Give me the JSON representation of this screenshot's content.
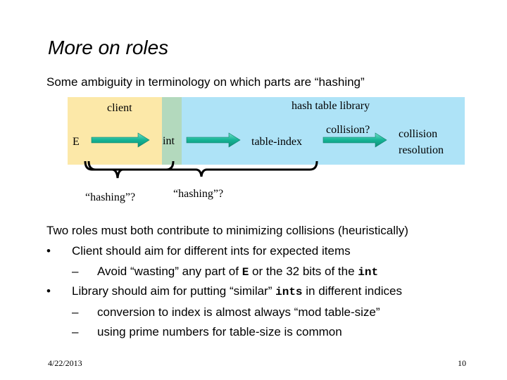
{
  "slide": {
    "title": "More on roles",
    "subtitle": "Some ambiguity in terminology on which parts are “hashing”"
  },
  "diagram": {
    "client_label": "client",
    "library_label": "hash table library",
    "E": "E",
    "int": "int",
    "table_index": "table-index",
    "collision_q": "collision?",
    "collision_resolution_1": "collision",
    "collision_resolution_2": "resolution",
    "hashing_1": "“hashing”?",
    "hashing_2": "“hashing”?",
    "colors": {
      "client": "#fce8a8",
      "int_band": "#b3d9bd",
      "library": "#aee3f7",
      "arrow": "#1ab89a"
    }
  },
  "body": {
    "line1": "Two roles must both contribute to minimizing collisions (heuristically)",
    "b1_bullet": "•",
    "b1": "Client should aim for different ints for expected items",
    "b1_sub_dash": "–",
    "b1_sub_a": "Avoid “wasting” any part of ",
    "b1_sub_code1": "E",
    "b1_sub_b": " or the 32 bits of the ",
    "b1_sub_code2": "int",
    "b2_bullet": "•",
    "b2_a": "Library should aim for putting “similar” ",
    "b2_code": "ints",
    "b2_b": " in different indices",
    "b2_sub1_dash": "–",
    "b2_sub1": "conversion to index is almost always “mod table-size”",
    "b2_sub2_dash": "–",
    "b2_sub2": "using prime numbers for table-size is common"
  },
  "footer": {
    "date": "4/22/2013",
    "page": "10"
  }
}
